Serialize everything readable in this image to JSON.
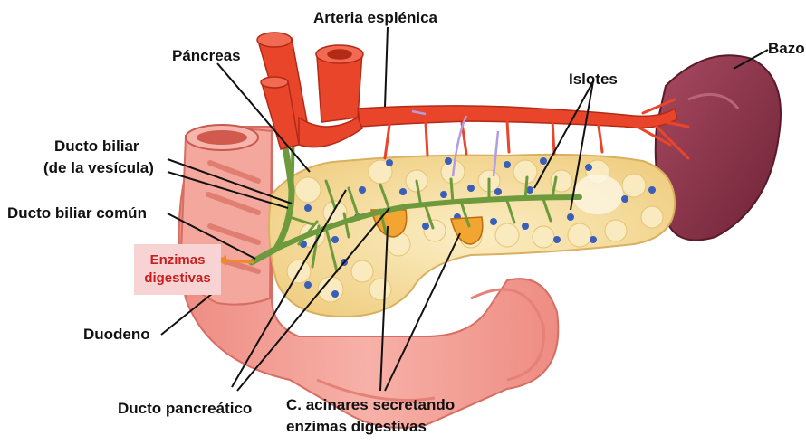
{
  "labels": {
    "arteria": "Arteria esplénica",
    "bazo": "Bazo",
    "pancreas": "Páncreas",
    "islotes": "Islotes",
    "ducto_biliar_1": "Ducto biliar",
    "ducto_biliar_2": "(de la vesícula)",
    "ducto_comun": "Ducto biliar común",
    "enzimas_1": "Enzimas",
    "enzimas_2": "digestivas",
    "duodeno": "Duodeno",
    "ducto_pancreatico": "Ducto pancreático",
    "acinares_1": "C. acinares secretando",
    "acinares_2": "enzimas digestivas"
  },
  "colors": {
    "pancreas_fill": "#f6dfa3",
    "lobule": "#f9ebbf",
    "islet": "#3a5fb8",
    "duct": "#6d9a3c",
    "artery": "#e8452b",
    "spleen": "#8e3449",
    "duodenum": "#f29a90",
    "enzyme_text": "#c81e1e",
    "enzyme_box": "#f7d3d3"
  }
}
